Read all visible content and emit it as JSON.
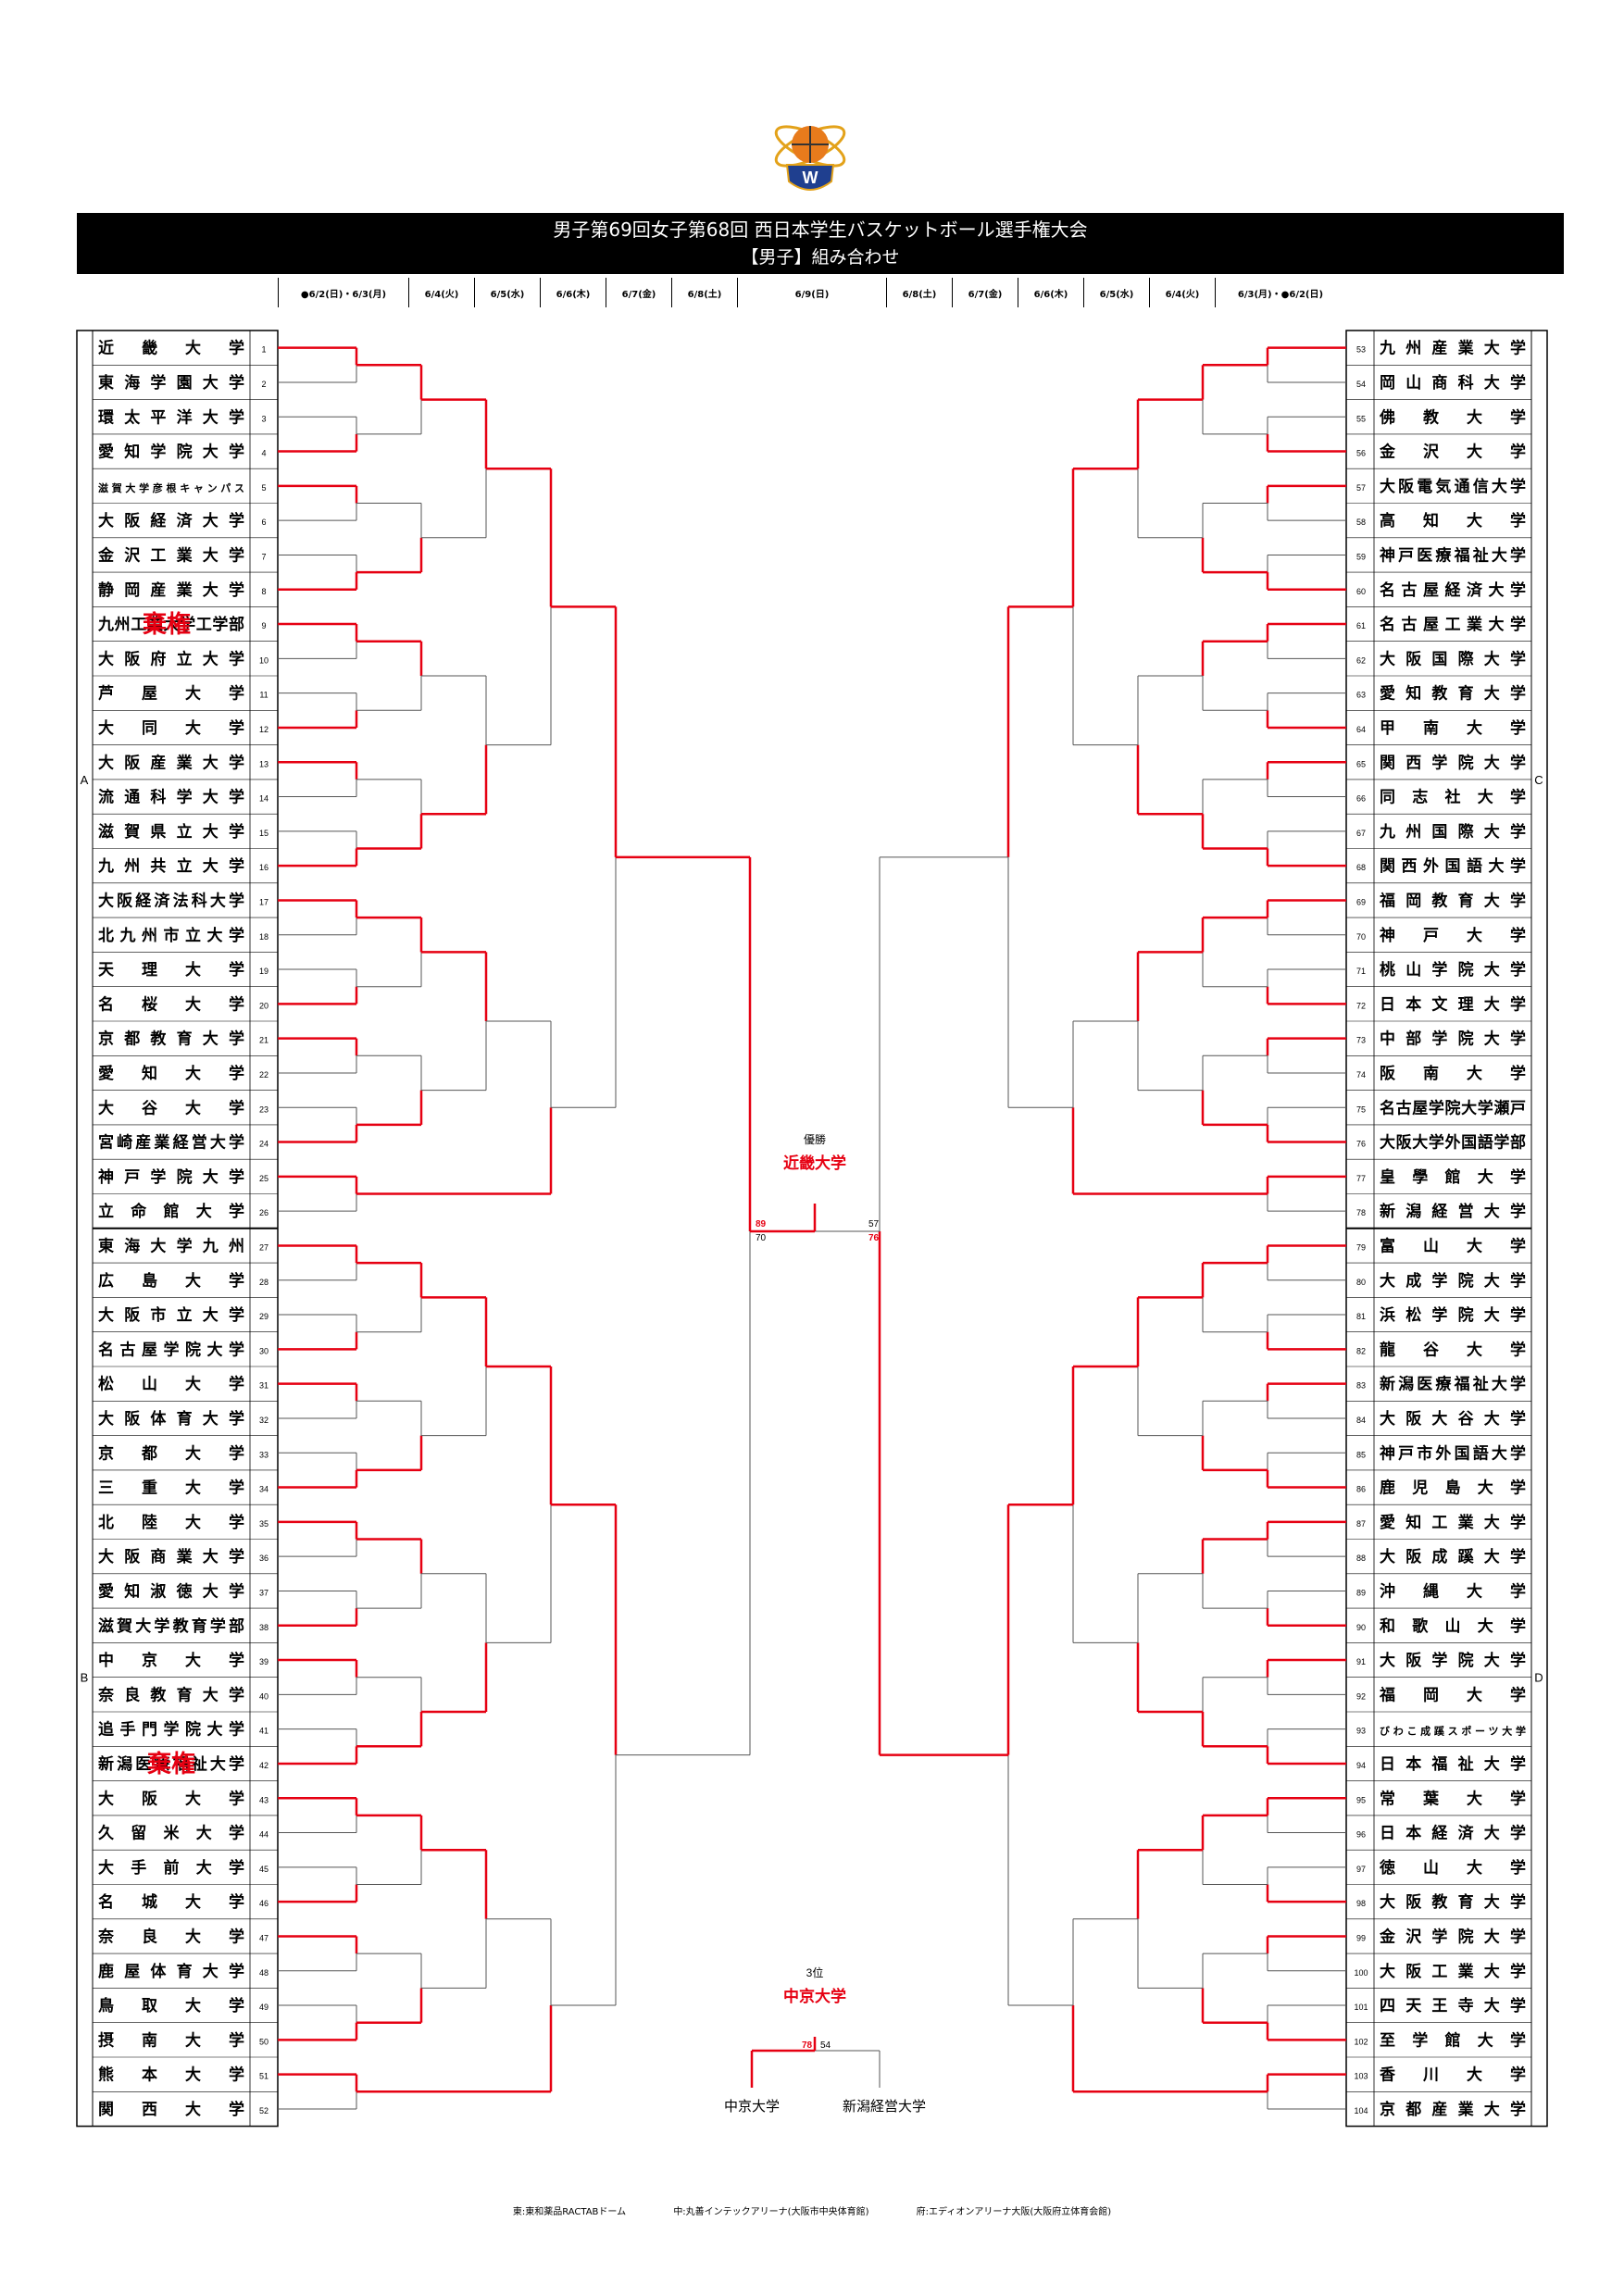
{
  "title": {
    "line1": "男子第69回女子第68回 西日本学生バスケットボール選手権大会",
    "line2": "【男子】組み合わせ"
  },
  "dates": [
    "●6/2(日)・6/3(月)",
    "6/4(火)",
    "6/5(水)",
    "6/6(木)",
    "6/7(金)",
    "6/8(土)",
    "6/9(日)",
    "6/8(土)",
    "6/7(金)",
    "6/6(木)",
    "6/5(水)",
    "6/4(火)",
    "6/3(月)・●6/2(日)"
  ],
  "blocks": {
    "A": "A",
    "B": "B",
    "C": "C",
    "D": "D"
  },
  "left_teams": [
    "近畿大学",
    "東海学園大学",
    "環太平洋大学",
    "愛知学院大学",
    "滋賀大学彦根キャンパス",
    "大阪経済大学",
    "金沢工業大学",
    "静岡産業大学",
    "九州工業大学工学部",
    "大阪府立大学",
    "芦屋大学",
    "大同大学",
    "大阪産業大学",
    "流通科学大学",
    "滋賀県立大学",
    "九州共立大学",
    "大阪経済法科大学",
    "北九州市立大学",
    "天理大学",
    "名桜大学",
    "京都教育大学",
    "愛知大学",
    "大谷大学",
    "宮崎産業経営大学",
    "神戸学院大学",
    "立命館大学",
    "東海大学九州",
    "広島大学",
    "大阪市立大学",
    "名古屋学院大学",
    "松山大学",
    "大阪体育大学",
    "京都大学",
    "三重大学",
    "北陸大学",
    "大阪商業大学",
    "愛知淑徳大学",
    "滋賀大学教育学部",
    "中京大学",
    "奈良教育大学",
    "追手門学院大学",
    "新潟医療福祉大学",
    "大阪大学",
    "久留米大学",
    "大手前大学",
    "名城大学",
    "奈良大学",
    "鹿屋体育大学",
    "鳥取大学",
    "摂南大学",
    "熊本大学",
    "関西大学"
  ],
  "right_teams": [
    "九州産業大学",
    "岡山商科大学",
    "佛教大学",
    "金沢大学",
    "大阪電気通信大学",
    "高知大学",
    "神戸医療福祉大学",
    "名古屋経済大学",
    "名古屋工業大学",
    "大阪国際大学",
    "愛知教育大学",
    "甲南大学",
    "関西学院大学",
    "同志社大学",
    "九州国際大学",
    "関西外国語大学",
    "福岡教育大学",
    "神戸大学",
    "桃山学院大学",
    "日本文理大学",
    "中部学院大学",
    "阪南大学",
    "名古屋学院大学瀬戸",
    "大阪大学外国語学部",
    "皇學館大学",
    "新潟経営大学",
    "富山大学",
    "大成学院大学",
    "浜松学院大学",
    "龍谷大学",
    "新潟医療福祉大学",
    "大阪大谷大学",
    "神戸市外国語大学",
    "鹿児島大学",
    "愛知工業大学",
    "大阪成蹊大学",
    "沖縄大学",
    "和歌山大学",
    "大阪学院大学",
    "福岡大学",
    "びわこ成蹊スポーツ大学",
    "日本福祉大学",
    "常葉大学",
    "日本経済大学",
    "徳山大学",
    "大阪教育大学",
    "金沢学院大学",
    "大阪工業大学",
    "四天王寺大学",
    "至学館大学",
    "香川大学",
    "京都産業大学"
  ],
  "withdrawn_label": "棄権",
  "champion": {
    "label": "優勝",
    "name": "近畿大学",
    "left_score": "89",
    "left_opp": "70",
    "right_score": "57",
    "right_opp": "76"
  },
  "third": {
    "label": "3位",
    "name": "中京大学",
    "score_w": "78",
    "score_l": "54",
    "team_left": "中京大学",
    "team_right": "新潟経営大学"
  },
  "venues": [
    "東:東和薬品RACTABドーム",
    "中:丸善インテックアリーナ(大阪市中央体育館)",
    "府:エディオンアリーナ大阪(大阪府立体育会館)"
  ],
  "colors": {
    "win": "#e60012",
    "line": "#555555"
  }
}
